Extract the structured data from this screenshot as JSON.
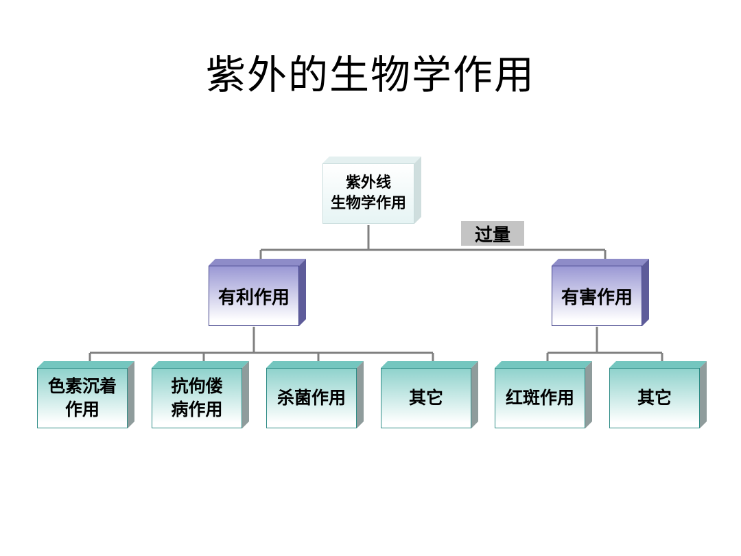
{
  "slide": {
    "title": "紫外的生物学作用"
  },
  "diagram": {
    "root": {
      "line1": "紫外线",
      "line2": "生物学作用"
    },
    "edge_label": "过量",
    "beneficial": {
      "label": "有利作用",
      "children": [
        {
          "line1": "色素沉着",
          "line2": "作用"
        },
        {
          "line1": "抗佝偻",
          "line2": "病作用"
        },
        {
          "line1": "杀菌作用",
          "line2": ""
        },
        {
          "line1": "其它",
          "line2": ""
        }
      ]
    },
    "harmful": {
      "label": "有害作用",
      "children": [
        {
          "line1": "红斑作用",
          "line2": ""
        },
        {
          "line1": "其它",
          "line2": ""
        }
      ]
    }
  },
  "colors": {
    "connector": "#808080",
    "mid_box": "#9a98d4",
    "leaf_box": "#8fd2cc",
    "label_bg": "#c4c4c4"
  }
}
